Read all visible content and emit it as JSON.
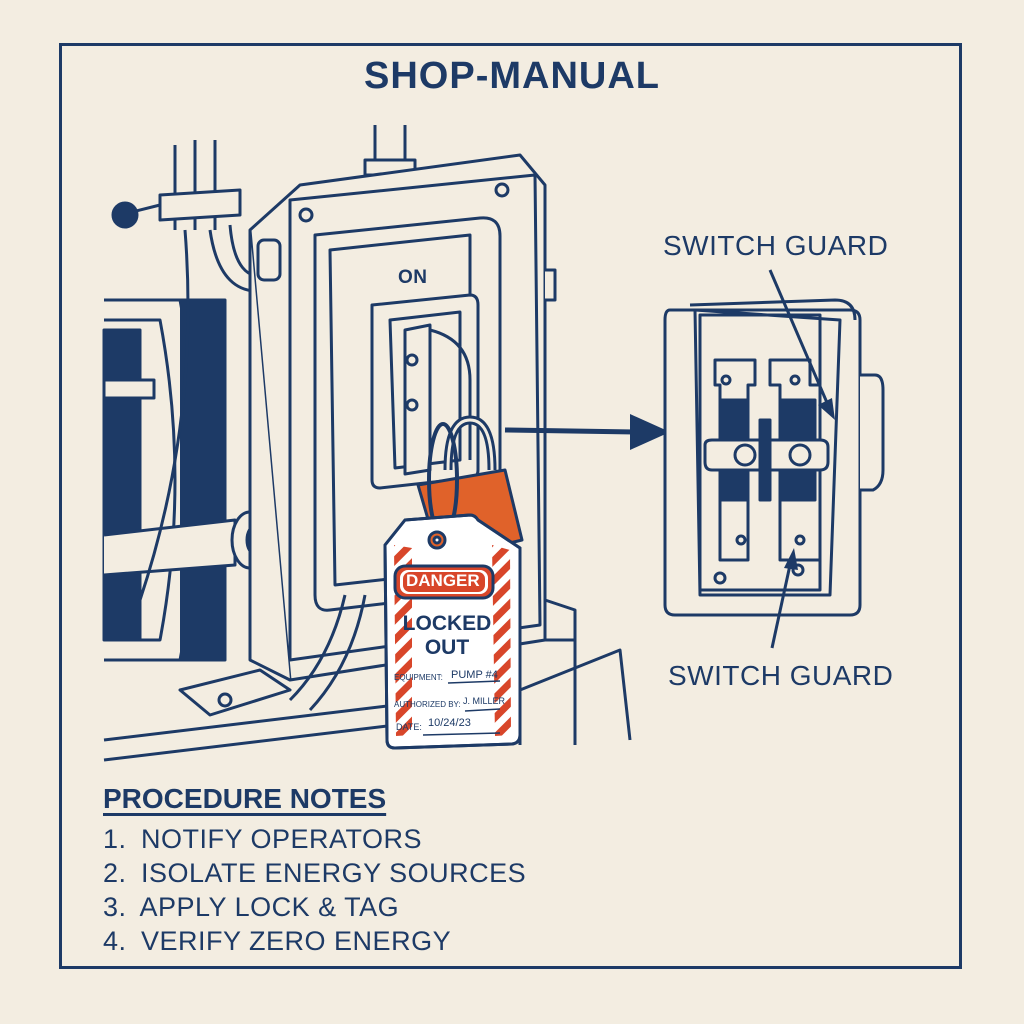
{
  "title": "SHOP-MANUAL",
  "switch_on_label": "ON",
  "callouts": {
    "top": "SWITCH GUARD",
    "bottom": "SWITCH GUARD"
  },
  "tag": {
    "header": "DANGER",
    "line1": "LOCKED",
    "line2": "OUT",
    "equipment_label": "EQUIPMENT:",
    "equipment_value": "PUMP #4",
    "authorized_label": "AUTHORIZED BY:",
    "authorized_value": "J. MILLER",
    "date_label": "DATE:",
    "date_value": "10/24/23"
  },
  "notes": {
    "heading": "PROCEDURE NOTES",
    "items": [
      {
        "num": "1.",
        "text": "NOTIFY OPERATORS"
      },
      {
        "num": "2.",
        "text": "ISOLATE ENERGY SOURCES"
      },
      {
        "num": "3.",
        "text": "APPLY LOCK & TAG"
      },
      {
        "num": "4.",
        "text": "VERIFY ZERO ENERGY"
      }
    ]
  },
  "colors": {
    "ink": "#1d3a66",
    "paper": "#f3ede1",
    "lock_orange": "#e0622a",
    "danger_red": "#d8462a"
  },
  "icons": [
    "padlock-icon",
    "lockout-tag-icon",
    "arrow-right-icon",
    "callout-arrow-icon"
  ]
}
